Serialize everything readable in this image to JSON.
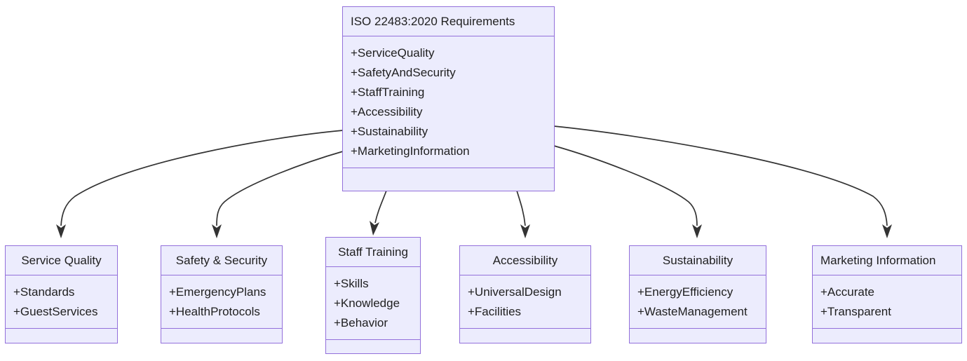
{
  "diagram": {
    "type": "uml-class-diagram",
    "background_color": "#ffffff",
    "node_fill_color": "#ececfd",
    "node_border_color": "#9370db",
    "edge_color": "#333333",
    "text_color": "#1f1f1f",
    "relationship": "association-directed"
  },
  "root": {
    "title": "ISO 22483:2020 Requirements",
    "attributes": [
      "+ServiceQuality",
      "+SafetyAndSecurity",
      "+StaffTraining",
      "+Accessibility",
      "+Sustainability",
      "+MarketingInformation"
    ],
    "methods": []
  },
  "children": [
    {
      "title": "Service Quality",
      "attributes": [
        "+Standards",
        "+GuestServices"
      ],
      "methods": []
    },
    {
      "title": "Safety & Security",
      "attributes": [
        "+EmergencyPlans",
        "+HealthProtocols"
      ],
      "methods": []
    },
    {
      "title": "Staff Training",
      "attributes": [
        "+Skills",
        "+Knowledge",
        "+Behavior"
      ],
      "methods": []
    },
    {
      "title": "Accessibility",
      "attributes": [
        "+UniversalDesign",
        "+Facilities"
      ],
      "methods": []
    },
    {
      "title": "Sustainability",
      "attributes": [
        "+EnergyEfficiency",
        "+WasteManagement"
      ],
      "methods": []
    },
    {
      "title": "Marketing Information",
      "attributes": [
        "+Accurate",
        "+Transparent"
      ],
      "methods": []
    }
  ]
}
